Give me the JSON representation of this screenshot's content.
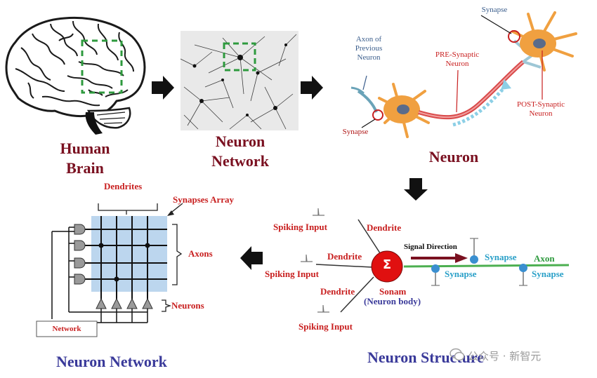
{
  "captions": {
    "human_brain_line1": "Human",
    "human_brain_line2": "Brain",
    "neuron_network_top_line1": "Neuron",
    "neuron_network_top_line2": "Network",
    "neuron": "Neuron",
    "neuron_structure": "Neuron Structure",
    "neuron_network_bottom": "Neuron Network"
  },
  "neuron_panel": {
    "axon_prev_1": "Axon of",
    "axon_prev_2": "Previous",
    "axon_prev_3": "Neuron",
    "synapse_top": "Synapse",
    "pre_synaptic_1": "PRE-Synaptic",
    "pre_synaptic_2": "Neuron",
    "post_synaptic_1": "POST-Synaptic",
    "post_synaptic_2": "Neuron",
    "synapse_left": "Synapse"
  },
  "structure_panel": {
    "spiking_input_1": "Spiking Input",
    "spiking_input_2": "Spiking Input",
    "spiking_input_3": "Spiking Input",
    "dendrite_1": "Dendrite",
    "dendrite_2": "Dendrite",
    "dendrite_3": "Dendrite",
    "signal_direction": "Signal Direction",
    "sigma": "Σ",
    "soma_name": "Sonam",
    "soma_sub": "(Neuron body)",
    "synapse_1": "Synapse",
    "synapse_2": "Synapse",
    "synapse_3": "Synapse",
    "axon": "Axon"
  },
  "network_panel": {
    "dendrites": "Dendrites",
    "synapses_array": "Synapses Array",
    "axons": "Axons",
    "neurons": "Neurons",
    "network_box": "Network"
  },
  "watermark": "公众号 · 新智元",
  "colors": {
    "caption_maroon": "#7a1020",
    "caption_blue": "#3a3a9a",
    "label_red": "#c81f1f",
    "label_cyan": "#2aa0c8",
    "neuron_orange": "#f0a040",
    "soma_red": "#e01010",
    "axon_green": "#4caf50",
    "array_blue": "#bcd6ee"
  },
  "icons": [
    "brain-icon",
    "neuron-micrograph",
    "neuron-illustration",
    "arrow-right-icon",
    "arrow-down-icon",
    "arrow-left-icon",
    "wechat-icon"
  ]
}
